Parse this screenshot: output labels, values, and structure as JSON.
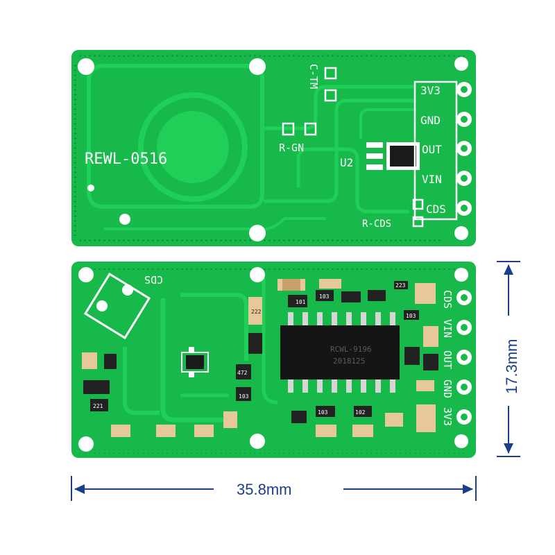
{
  "top_board": {
    "model_label": "REWL-0516",
    "cap_label": "C-TM",
    "resistor_gain_label": "R-GN",
    "regulator_label": "U2",
    "ldr_resistor_label": "R-CDS",
    "pins": [
      "3V3",
      "GND",
      "OUT",
      "VIN",
      "CDS"
    ]
  },
  "bottom_board": {
    "ldr_label": "CDS",
    "ic_marking_line1": "RCWL-9196",
    "ic_marking_line2": "2018125",
    "pins": [
      "CDS",
      "VIN",
      "OUT",
      "GND",
      "3V3"
    ],
    "smd_codes": [
      "101",
      "103",
      "222",
      "103",
      "221",
      "472",
      "103",
      "102",
      "223",
      "103"
    ]
  },
  "dimensions": {
    "height": "17.3mm",
    "width": "35.8mm"
  },
  "colors": {
    "pcb": "#17b94a",
    "pcb_trace": "#1fcf58",
    "silk": "#ffffff",
    "dimension": "#1a3e8c"
  }
}
